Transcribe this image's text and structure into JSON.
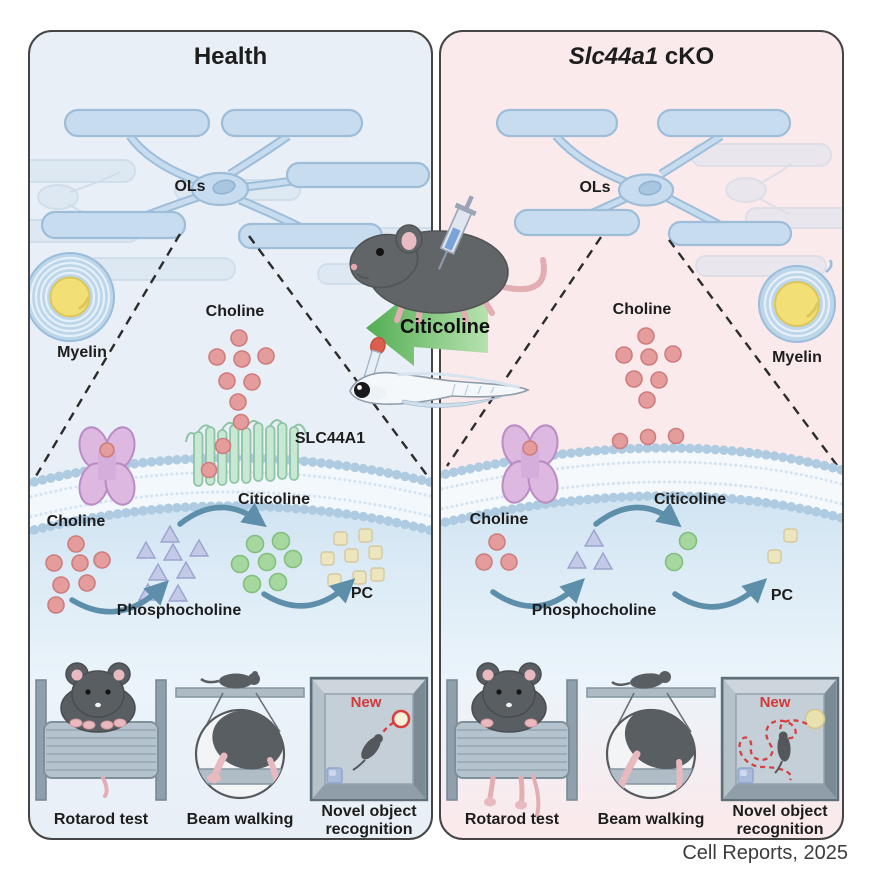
{
  "caption": "Cell Reports, 2025",
  "center": {
    "arrow_label": "Citicoline",
    "treatment_models": [
      "mouse-injection",
      "zebrafish-injection"
    ]
  },
  "left": {
    "title": "Health",
    "ols": "OLs",
    "myelin": "Myelin",
    "choline_top": "Choline",
    "slc44a1": "SLC44A1",
    "choline_in": "Choline",
    "citicoline": "Citicoline",
    "phosphocholine": "Phosphocholine",
    "pc": "PC",
    "nor_new": "New",
    "test1": "Rotarod test",
    "test2": "Beam walking",
    "test3": "Novel object recognition",
    "molecule_counts": {
      "choline_extracellular": 7,
      "choline_intracellular": 7,
      "phosphocholine": 8,
      "citicoline": 7,
      "pc": 8
    }
  },
  "right": {
    "title_gene": "Slc44a1",
    "title_suffix": " cKO",
    "ols": "OLs",
    "myelin": "Myelin",
    "choline_top": "Choline",
    "choline_in": "Choline",
    "citicoline": "Citicoline",
    "phosphocholine": "Phosphocholine",
    "pc": "PC",
    "nor_new": "New",
    "test1": "Rotarod test",
    "test2": "Beam walking",
    "test3": "Novel object recognition",
    "molecule_counts": {
      "choline_extracellular": 7,
      "choline_blocked_at_membrane": 3,
      "choline_intracellular": 3,
      "phosphocholine": 3,
      "citicoline": 2,
      "pc": 2
    }
  },
  "colors": {
    "health_bg": "#e9eff6",
    "cko_bg": "#faeaec",
    "choline_dot": "#e59c9c",
    "phosphocholine_tri": "#c3c9e6",
    "citicoline_dot": "#a6d79f",
    "pc_square": "#ece5bd",
    "slc44a1_green": "#c9e8d4",
    "transporter_purple": "#ddb8e0",
    "arrow_blue": "#5d8fab",
    "citicoline_arrow_green": "#6fbd6f",
    "new_red": "#d23a3a",
    "myelin_core_yellow": "#f2df76"
  }
}
